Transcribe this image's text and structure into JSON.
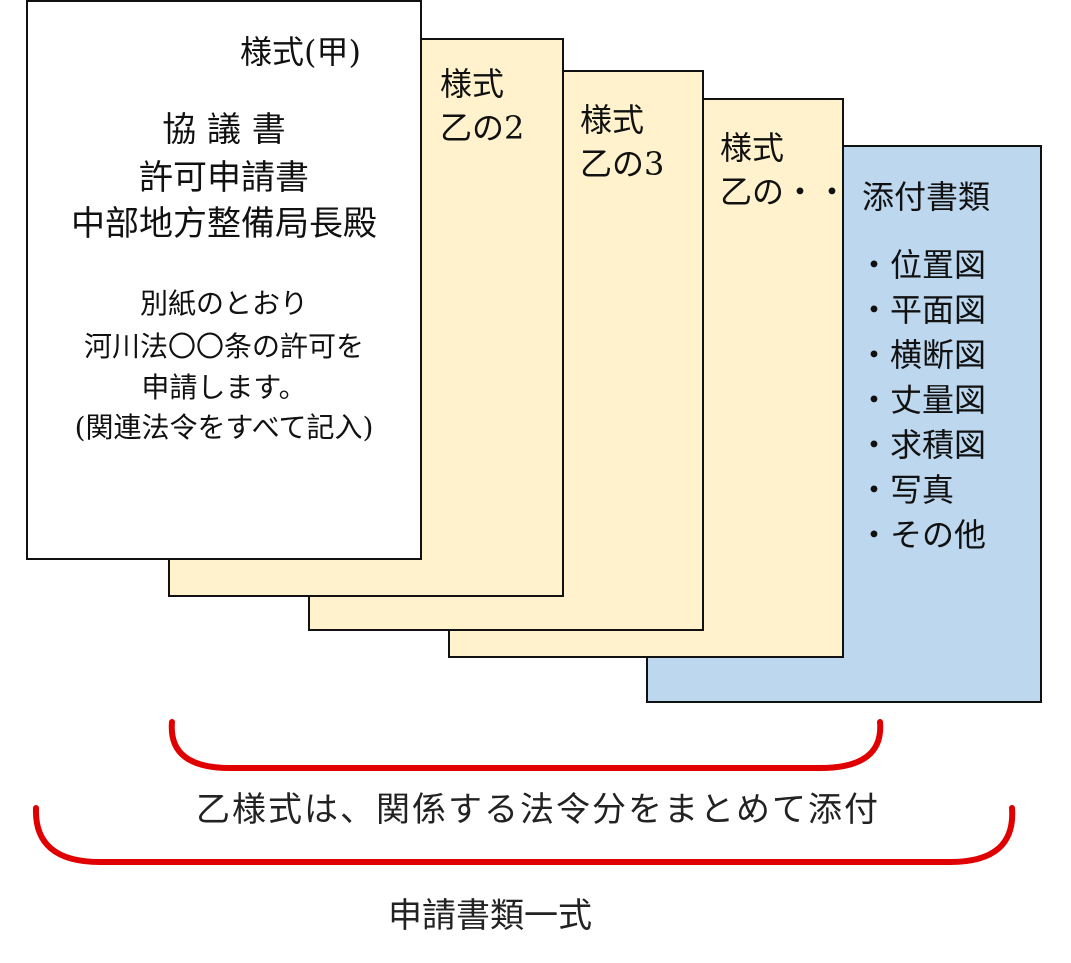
{
  "ko_sheet": {
    "form_label": "様式(甲)",
    "headings": [
      "協 議 書",
      "許可申請書",
      "中部地方整備局長殿"
    ],
    "body_lines": [
      "別紙のとおり",
      "河川法〇〇条の許可を",
      "申請します。",
      "(関連法令をすべて記入)"
    ]
  },
  "otsu_sheets": [
    {
      "line1": "様式",
      "line2": "乙の2"
    },
    {
      "line1": "様式",
      "line2": "乙の3"
    },
    {
      "line1": "様式",
      "line2": "乙の・・"
    }
  ],
  "attachments": {
    "title": "添付書類",
    "items": [
      "・位置図",
      "・平面図",
      "・横断図",
      "・丈量図",
      "・求積図",
      "・写真",
      "・その他"
    ]
  },
  "captions": {
    "otsu_group": "乙様式は、関係する法令分をまとめて添付",
    "full_set": "申請書類一式"
  },
  "colors": {
    "otsu_sheet": "#fff2cc",
    "attachment_sheet": "#bdd7ee",
    "bracket": "#e00000"
  }
}
